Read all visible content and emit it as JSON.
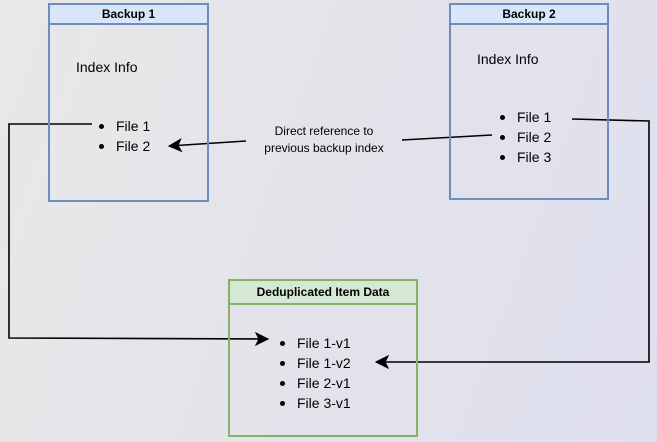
{
  "boxes": {
    "backup1": {
      "title": "Backup 1",
      "subtitle": "Index Info",
      "files": [
        "File 1",
        "File 2"
      ]
    },
    "backup2": {
      "title": "Backup 2",
      "subtitle": "Index Info",
      "files": [
        "File 1",
        "File 2",
        "File 3"
      ]
    },
    "dedup": {
      "title": "Deduplicated Item Data",
      "files": [
        "File 1-v1",
        "File 1-v2",
        "File 2-v1",
        "File 3-v1"
      ]
    }
  },
  "annotation": {
    "line1": "Direct reference to",
    "line2": "previous backup index"
  },
  "colors": {
    "blue_fill": "#d9e6f9",
    "blue_border": "#6c8ebf",
    "green_fill": "#d5e8d4",
    "green_border": "#82b366",
    "arrow": "#000000",
    "page_bg_left": "#e9e8e8",
    "page_bg_mid": "#e4e3ea",
    "page_bg_right": "#dfe0ef"
  }
}
